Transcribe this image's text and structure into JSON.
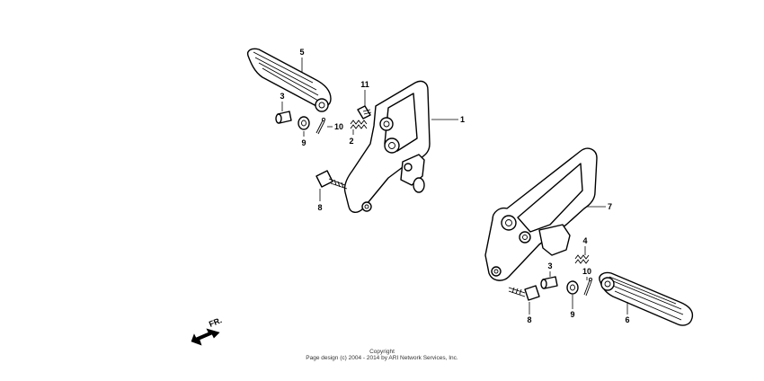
{
  "callouts": {
    "c1": "1",
    "c2": "2",
    "c3a": "3",
    "c3b": "3",
    "c4": "4",
    "c5": "5",
    "c6": "6",
    "c7": "7",
    "c8a": "8",
    "c8b": "8",
    "c9a": "9",
    "c9b": "9",
    "c10a": "10",
    "c10b": "10",
    "c11": "11"
  },
  "direction": {
    "label": "FR."
  },
  "footer": {
    "line1": "Copyright",
    "line2": "Page design (c) 2004 - 2014 by ARI Network Services, Inc."
  }
}
